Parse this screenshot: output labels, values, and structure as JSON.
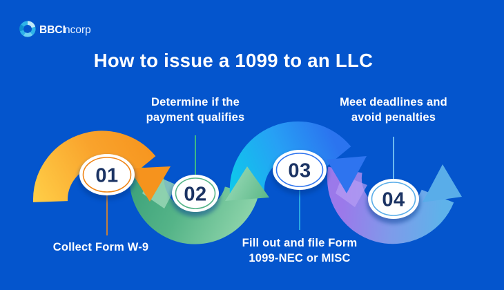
{
  "canvas": {
    "background": "#0455CD"
  },
  "brand": {
    "logo_icon": "swirl-ring-icon",
    "name_bold": "BBCI",
    "name_light": "ncorp"
  },
  "title": "How to issue a 1099 to an LLC",
  "steps": [
    {
      "number": "01",
      "accent": "#F6931D",
      "arc_shape": "arch-with-down-arrow",
      "label_position": "below",
      "label_lines": [
        "Collect Form W-9"
      ]
    },
    {
      "number": "02",
      "accent": "#54B488",
      "arc_shape": "valley-with-up-arrow",
      "label_position": "above",
      "label_lines": [
        "Determine if the",
        "payment qualifies"
      ]
    },
    {
      "number": "03",
      "accent": "#2E74EF",
      "arc_shape": "arch-with-down-arrow",
      "label_position": "below",
      "label_lines": [
        "Fill out and file Form",
        "1099-NEC or MISC"
      ]
    },
    {
      "number": "04",
      "accent": "#59ADE9",
      "arc_shape": "valley-with-up-arrow",
      "label_position": "above",
      "label_lines": [
        "Meet deadlines and",
        "avoid penalties"
      ]
    }
  ],
  "colors": {
    "title_text": "#FFFFFF",
    "label_text": "#FFFFFF",
    "step_number_text": "#1B3363",
    "circle_fill": "#FFFFFF",
    "arc_orange_start": "#FFCE47",
    "arc_orange_end": "#F6931D",
    "arc_green_start": "#3EA37B",
    "arc_green_end": "#8AD2A8",
    "arc_blue_start": "#10C5EC",
    "arc_blue_end": "#2B74EF",
    "arc_violet_start": "#9B79EA",
    "arc_violet_end": "#5FB2EA"
  }
}
